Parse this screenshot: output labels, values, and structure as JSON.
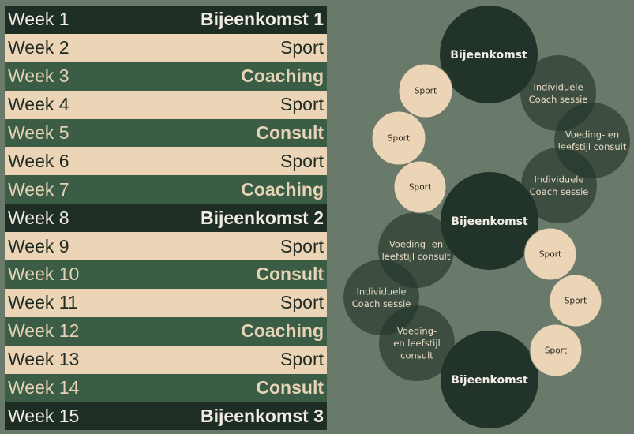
{
  "schedule": [
    {
      "week": "Week 1",
      "activity": "Bijeenkomst 1",
      "style": "dark"
    },
    {
      "week": "Week 2",
      "activity": "Sport",
      "style": "beige"
    },
    {
      "week": "Week 3",
      "activity": "Coaching",
      "style": "green"
    },
    {
      "week": "Week 4",
      "activity": "Sport",
      "style": "beige"
    },
    {
      "week": "Week 5",
      "activity": "Consult",
      "style": "green"
    },
    {
      "week": "Week 6",
      "activity": "Sport",
      "style": "beige"
    },
    {
      "week": "Week 7",
      "activity": "Coaching",
      "style": "green"
    },
    {
      "week": "Week 8",
      "activity": "Bijeenkomst 2",
      "style": "dark"
    },
    {
      "week": "Week 9",
      "activity": "Sport",
      "style": "beige"
    },
    {
      "week": "Week 10",
      "activity": "Consult",
      "style": "green"
    },
    {
      "week": "Week 11",
      "activity": "Sport",
      "style": "beige"
    },
    {
      "week": "Week 12",
      "activity": "Coaching",
      "style": "green"
    },
    {
      "week": "Week 13",
      "activity": "Sport",
      "style": "beige"
    },
    {
      "week": "Week 14",
      "activity": "Consult",
      "style": "green"
    },
    {
      "week": "Week 15",
      "activity": "Bijeenkomst 3",
      "style": "dark"
    }
  ],
  "colors": {
    "background": "#6a7a6a",
    "dark": "#1f2e24",
    "beige": "#ecd4b6",
    "green": "#3c5d45"
  },
  "cycle": [
    {
      "type": "bijeenkomst",
      "lines": [
        "Bijeenkomst"
      ]
    },
    {
      "type": "sport",
      "lines": [
        "Sport"
      ]
    },
    {
      "type": "sport",
      "lines": [
        "Sport"
      ]
    },
    {
      "type": "sport",
      "lines": [
        "Sport"
      ]
    },
    {
      "type": "coach",
      "lines": [
        "Individuele",
        "Coach sessie"
      ]
    },
    {
      "type": "coach",
      "lines": [
        "Voeding- en",
        "leefstijl consult"
      ]
    },
    {
      "type": "coach",
      "lines": [
        "Individuele",
        "Coach sessie"
      ]
    },
    {
      "type": "bijeenkomst",
      "lines": [
        "Bijeenkomst"
      ]
    },
    {
      "type": "coach",
      "lines": [
        "Voeding- en",
        "leefstijl consult"
      ]
    },
    {
      "type": "sport",
      "lines": [
        "Sport"
      ]
    },
    {
      "type": "coach",
      "lines": [
        "Individuele",
        "Coach sessie"
      ]
    },
    {
      "type": "sport",
      "lines": [
        "Sport"
      ]
    },
    {
      "type": "coach",
      "lines": [
        "Voeding-",
        "en leefstijl",
        "consult"
      ]
    },
    {
      "type": "sport",
      "lines": [
        "Sport"
      ]
    },
    {
      "type": "bijeenkomst",
      "lines": [
        "Bijeenkomst"
      ]
    }
  ]
}
